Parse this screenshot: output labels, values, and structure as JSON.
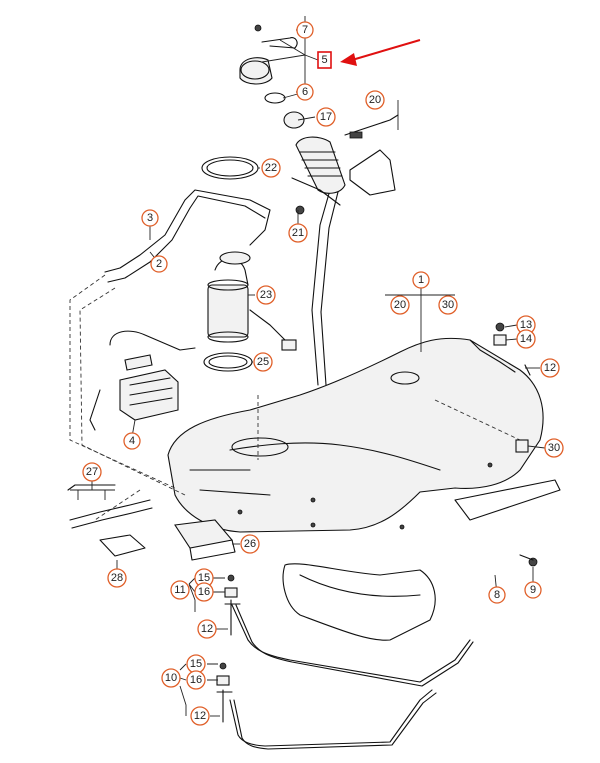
{
  "callouts": {
    "c1": "1",
    "c20a": "20",
    "c30a": "30",
    "c2": "2",
    "c3": "3",
    "c4": "4",
    "c5": "5",
    "c6": "6",
    "c7": "7",
    "c8": "8",
    "c9": "9",
    "c10": "10",
    "c11": "11",
    "c12a": "12",
    "c12b": "12",
    "c12c": "12",
    "c13": "13",
    "c14": "14",
    "c15a": "15",
    "c15b": "15",
    "c16a": "16",
    "c16b": "16",
    "c17": "17",
    "c20": "20",
    "c21": "21",
    "c22": "22",
    "c23": "23",
    "c25": "25",
    "c26": "26",
    "c27": "27",
    "c28": "28",
    "c30": "30"
  },
  "highlight": {
    "part": "5",
    "color": "#e01010"
  },
  "colors": {
    "callout_ring": "#e0602a",
    "line": "#111111"
  }
}
